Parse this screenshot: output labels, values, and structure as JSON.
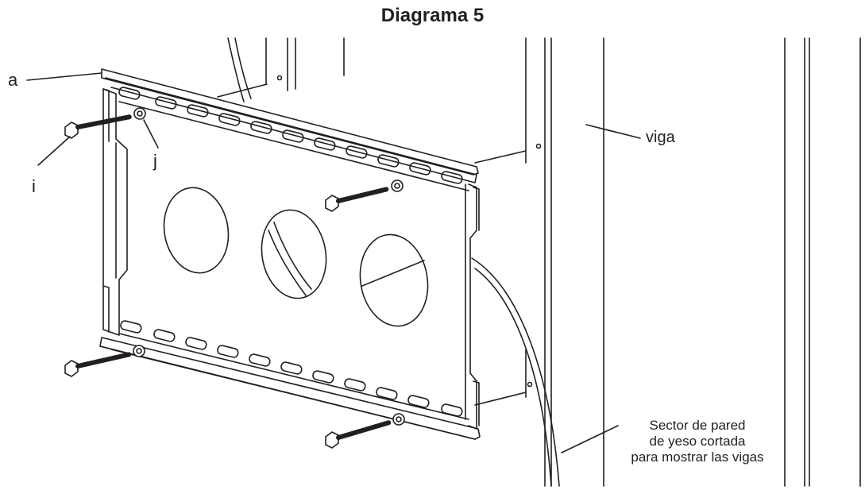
{
  "diagram": {
    "title": "Diagrama 5",
    "labels": {
      "a": "a",
      "i": "i",
      "j": "j",
      "viga": "viga",
      "drywall_line1": "Sector de pared",
      "drywall_line2": "de yeso cortada",
      "drywall_line3": "para mostrar las vigas"
    },
    "colors": {
      "ink": "#231f20",
      "background": "#ffffff"
    }
  }
}
